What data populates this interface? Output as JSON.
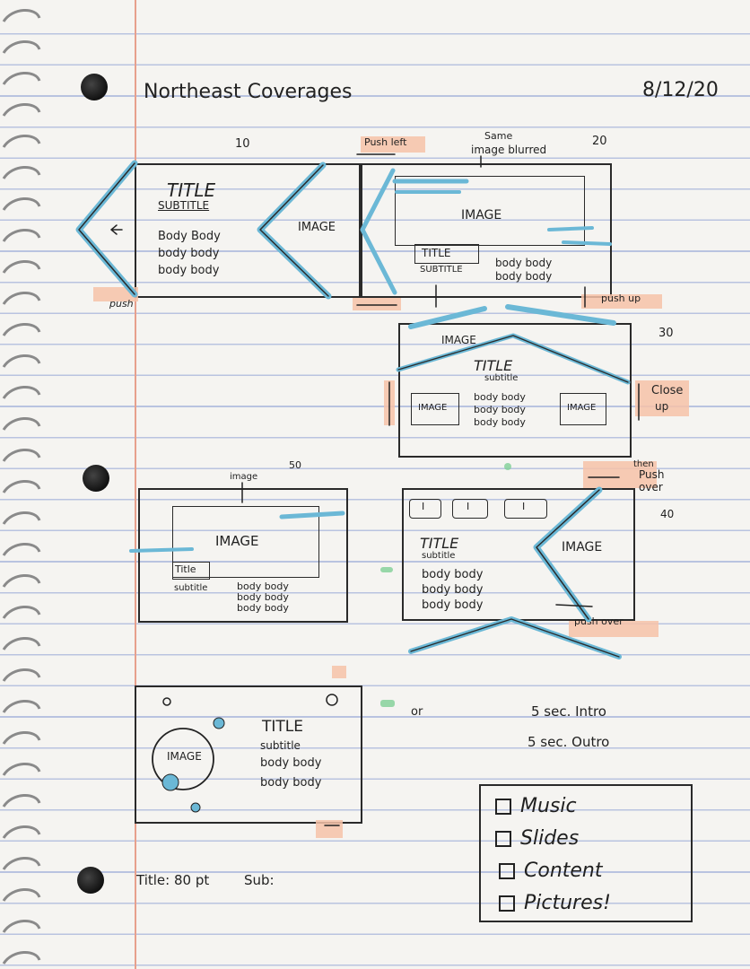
{
  "header": {
    "title": "Northeast Coverages",
    "date": "8/12/20"
  },
  "frames": {
    "f10": {
      "number": "10",
      "title": "TITLE",
      "subtitle": "SUBTITLE",
      "body": [
        "Body Body",
        "body body",
        "body body"
      ],
      "image": "IMAGE",
      "note_push": "push"
    },
    "f20": {
      "number": "20",
      "note_top": "Same",
      "note_top2": "image blurred",
      "note_pushleft": "Push left",
      "image": "IMAGE",
      "title": "TITLE",
      "subtitle": "SUBTITLE",
      "body": [
        "body body",
        "body body"
      ],
      "note_pushup": "push up"
    },
    "f30": {
      "number": "30",
      "image_top": "IMAGE",
      "title": "TITLE",
      "subtitle": "subtitle",
      "image_left": "IMAGE",
      "image_right": "IMAGE",
      "body": [
        "body body",
        "body body",
        "body body"
      ],
      "note_close": "Close",
      "note_up": "up"
    },
    "f40": {
      "number": "40",
      "note_then": "then",
      "note_push": "Push",
      "note_over": "over",
      "icon_text": "I",
      "title": "TITLE",
      "subtitle": "subtitle",
      "image": "IMAGE",
      "body": [
        "body body",
        "body body",
        "body body"
      ],
      "note_pushover": "push over"
    },
    "f50": {
      "number": "50",
      "note_image": "image",
      "image": "IMAGE",
      "title": "Title",
      "subtitle": "subtitle",
      "body": [
        "body body",
        "body body",
        "body body"
      ]
    },
    "f60": {
      "image": "IMAGE",
      "title": "TITLE",
      "subtitle": "subtitle",
      "body": [
        "body body",
        "body body"
      ],
      "or": "or"
    }
  },
  "timing": {
    "intro": "5 sec. Intro",
    "outro": "5 sec. Outro"
  },
  "footer": {
    "title_size": "Title: 80 pt",
    "sub": "Sub:"
  },
  "checklist": [
    "Music",
    "Slides",
    "Content",
    "Pictures!"
  ],
  "colors": {
    "blue": "#6bb8d6",
    "peach": "#f6c2a8",
    "green": "#7fcf96"
  }
}
